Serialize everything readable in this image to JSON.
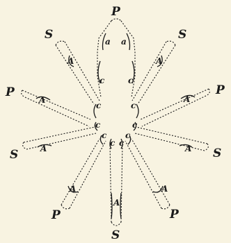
{
  "colors": {
    "background": "#f8f3e1",
    "ink": "#1a1a1a"
  },
  "labels": {
    "top_P": "P",
    "top_a_left": "a",
    "top_a_right": "a",
    "arm_upper_left_S": "S",
    "arm_upper_right_S": "S",
    "arm_left_P": "P",
    "arm_right_P": "P",
    "arm_lower_left_S": "S",
    "arm_lower_right_S": "S",
    "arm_bottom_left_P": "P",
    "arm_bottom_right_P": "P",
    "arm_bottom_S": "S",
    "A1": "A",
    "A2": "A",
    "A3": "A",
    "A4": "A",
    "A5": "A",
    "A6": "A",
    "A7": "A",
    "A8": "A",
    "A9": "A",
    "c1": "c",
    "c2": "c",
    "c3": "c",
    "c4": "c",
    "c5": "c",
    "c6": "c",
    "c7": "c",
    "c8": "c",
    "c9": "c",
    "c10": "c"
  }
}
